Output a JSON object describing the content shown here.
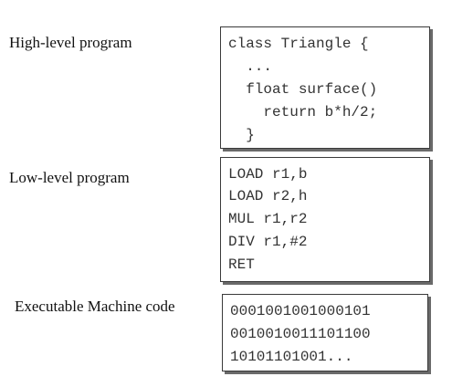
{
  "rows": [
    {
      "label": "High-level program",
      "lines": [
        "class Triangle {",
        "  ...",
        "  float surface()",
        "    return b*h/2;",
        "  }"
      ]
    },
    {
      "label": "Low-level program",
      "lines": [
        "LOAD r1,b",
        "LOAD r2,h",
        "MUL r1,r2",
        "DIV r1,#2",
        "RET"
      ]
    },
    {
      "label": "Executable Machine code",
      "lines": [
        "0001001001000101",
        "0010010011101100",
        "10101101001..."
      ]
    }
  ]
}
